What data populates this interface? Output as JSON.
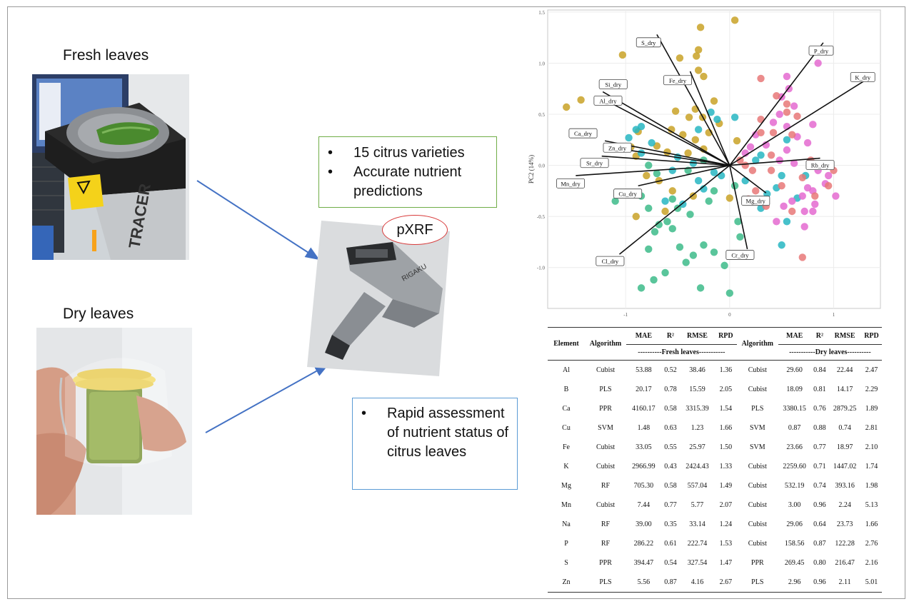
{
  "labels": {
    "fresh": "Fresh leaves",
    "dry": "Dry leaves"
  },
  "summary_box": {
    "items": [
      "15 citrus varieties",
      "Accurate nutrient predictions"
    ]
  },
  "pxrf_label": "pXRF",
  "device_brand": "TRACER",
  "assessment_box": {
    "items": [
      "Rapid assessment of nutrient status of citrus leaves"
    ]
  },
  "colors": {
    "arrow": "#4472c4",
    "oval": "#d83a3a",
    "box1_border": "#70ad47",
    "box2_border": "#5b9bd5"
  },
  "chart_data": {
    "type": "scatter",
    "ylabel": "PC2 (14%)",
    "xlabel": "",
    "xlim": [
      -1.75,
      1.45
    ],
    "ylim": [
      -1.4,
      1.52
    ],
    "yticks": [
      "1.5",
      "1.0",
      "0.5",
      "0.0",
      "-0.5",
      "-1.0"
    ],
    "xticks": [
      "-1",
      "0",
      "1"
    ],
    "loadings": [
      {
        "name": "S_dry",
        "x": -0.7,
        "y": 1.28,
        "lx": -0.78,
        "ly": 1.2
      },
      {
        "name": "P_dry",
        "x": 0.9,
        "y": 1.2,
        "lx": 0.88,
        "ly": 1.12
      },
      {
        "name": "K_dry",
        "x": 1.3,
        "y": 0.83,
        "lx": 1.28,
        "ly": 0.86
      },
      {
        "name": "Fe_dry",
        "x": -0.38,
        "y": 0.92,
        "lx": -0.5,
        "ly": 0.83
      },
      {
        "name": "Si_dry",
        "x": -1.22,
        "y": 0.72,
        "lx": -1.12,
        "ly": 0.79
      },
      {
        "name": "Al_dry",
        "x": -1.18,
        "y": 0.63,
        "lx": -1.17,
        "ly": 0.63
      },
      {
        "name": "Ca_dry",
        "x": -1.2,
        "y": 0.24,
        "lx": -1.41,
        "ly": 0.31
      },
      {
        "name": "Zn_dry",
        "x": -1.05,
        "y": 0.16,
        "lx": -1.08,
        "ly": 0.17
      },
      {
        "name": "Sr_dry",
        "x": -1.23,
        "y": 0.09,
        "lx": -1.3,
        "ly": 0.02
      },
      {
        "name": "Mn_dry",
        "x": -1.48,
        "y": -0.1,
        "lx": -1.53,
        "ly": -0.18
      },
      {
        "name": "Cu_dry",
        "x": -0.88,
        "y": -0.2,
        "lx": -0.98,
        "ly": -0.28
      },
      {
        "name": "Mg_dry",
        "x": 0.35,
        "y": -0.27,
        "lx": 0.25,
        "ly": -0.35
      },
      {
        "name": "Rb_dry",
        "x": 0.87,
        "y": 0.07,
        "lx": 0.87,
        "ly": 0.0
      },
      {
        "name": "Cr_dry",
        "x": 0.17,
        "y": -0.82,
        "lx": 0.1,
        "ly": -0.88
      },
      {
        "name": "Cl_dry",
        "x": -1.06,
        "y": -0.87,
        "lx": -1.15,
        "ly": -0.94
      }
    ],
    "series": [
      {
        "color": "#c9a227",
        "points": [
          [
            0.05,
            1.42
          ],
          [
            -0.28,
            1.35
          ],
          [
            -0.3,
            1.13
          ],
          [
            -0.48,
            1.05
          ],
          [
            -0.32,
            1.07
          ],
          [
            -0.3,
            0.93
          ],
          [
            -1.03,
            1.08
          ],
          [
            -0.25,
            0.87
          ],
          [
            -1.57,
            0.57
          ],
          [
            -1.43,
            0.64
          ],
          [
            -0.52,
            0.53
          ],
          [
            -0.33,
            0.55
          ],
          [
            -0.26,
            0.47
          ],
          [
            -0.39,
            0.47
          ],
          [
            -0.15,
            0.63
          ],
          [
            -0.88,
            0.33
          ],
          [
            -0.56,
            0.35
          ],
          [
            -0.45,
            0.3
          ],
          [
            -0.33,
            0.25
          ],
          [
            -0.2,
            0.32
          ],
          [
            -0.1,
            0.41
          ],
          [
            0.07,
            0.24
          ],
          [
            -0.7,
            0.19
          ],
          [
            -0.95,
            0.18
          ],
          [
            -0.9,
            0.09
          ],
          [
            -0.6,
            0.13
          ],
          [
            -0.4,
            0.12
          ],
          [
            -0.25,
            0.16
          ],
          [
            -0.8,
            -0.1
          ],
          [
            -0.68,
            -0.15
          ],
          [
            -0.55,
            -0.25
          ],
          [
            -0.35,
            -0.3
          ],
          [
            -0.62,
            -0.45
          ],
          [
            -0.9,
            -0.5
          ],
          [
            0.0,
            -0.32
          ]
        ]
      },
      {
        "color": "#3dbb8a",
        "points": [
          [
            -1.1,
            -0.35
          ],
          [
            -0.78,
            -0.42
          ],
          [
            -0.6,
            -0.55
          ],
          [
            -0.68,
            -0.58
          ],
          [
            -0.55,
            -0.62
          ],
          [
            -0.48,
            -0.8
          ],
          [
            -0.42,
            -0.95
          ],
          [
            -0.35,
            -0.88
          ],
          [
            -0.62,
            -1.05
          ],
          [
            -0.78,
            -0.82
          ],
          [
            -0.73,
            -1.12
          ],
          [
            -0.85,
            -1.2
          ],
          [
            -0.28,
            -1.2
          ],
          [
            -0.05,
            -0.98
          ],
          [
            0.0,
            -1.25
          ],
          [
            -0.15,
            -0.85
          ],
          [
            0.08,
            -0.55
          ],
          [
            0.1,
            -0.7
          ],
          [
            -0.25,
            -0.78
          ],
          [
            -0.5,
            -0.42
          ],
          [
            -0.72,
            -0.65
          ],
          [
            -0.85,
            -0.3
          ],
          [
            -0.38,
            -0.48
          ],
          [
            -0.2,
            -0.35
          ],
          [
            -0.55,
            -0.33
          ],
          [
            -0.7,
            -0.08
          ],
          [
            -0.4,
            -0.05
          ],
          [
            -0.15,
            -0.25
          ],
          [
            -0.25,
            0.05
          ],
          [
            0.05,
            -0.2
          ],
          [
            -0.78,
            0.0
          ]
        ]
      },
      {
        "color": "#27b6c2",
        "points": [
          [
            -0.9,
            0.35
          ],
          [
            -0.85,
            0.38
          ],
          [
            -0.97,
            0.27
          ],
          [
            -0.85,
            0.12
          ],
          [
            -0.75,
            0.22
          ],
          [
            -0.3,
            0.35
          ],
          [
            -0.18,
            0.52
          ],
          [
            -0.12,
            0.45
          ],
          [
            0.05,
            0.47
          ],
          [
            -0.5,
            0.08
          ],
          [
            -0.35,
            0.02
          ],
          [
            -0.55,
            -0.05
          ],
          [
            -0.3,
            -0.15
          ],
          [
            -0.08,
            -0.1
          ],
          [
            -0.25,
            -0.23
          ],
          [
            0.15,
            -0.15
          ],
          [
            0.3,
            0.1
          ],
          [
            0.45,
            -0.22
          ],
          [
            0.3,
            -0.42
          ],
          [
            0.5,
            -0.1
          ],
          [
            0.55,
            0.25
          ],
          [
            0.65,
            -0.32
          ],
          [
            0.5,
            -0.78
          ],
          [
            0.73,
            -0.1
          ],
          [
            -0.45,
            -0.38
          ],
          [
            -0.15,
            -0.07
          ],
          [
            0.25,
            0.05
          ],
          [
            0.36,
            -0.28
          ],
          [
            0.55,
            -0.55
          ],
          [
            -0.62,
            -0.35
          ]
        ]
      },
      {
        "color": "#e46ad0",
        "points": [
          [
            0.85,
            1.0
          ],
          [
            0.55,
            0.87
          ],
          [
            0.57,
            0.75
          ],
          [
            0.5,
            0.67
          ],
          [
            0.48,
            0.5
          ],
          [
            0.62,
            0.58
          ],
          [
            0.42,
            0.42
          ],
          [
            0.55,
            0.38
          ],
          [
            0.8,
            0.4
          ],
          [
            0.65,
            0.28
          ],
          [
            0.75,
            0.22
          ],
          [
            0.55,
            0.15
          ],
          [
            0.35,
            0.2
          ],
          [
            0.48,
            0.05
          ],
          [
            0.62,
            0.02
          ],
          [
            0.85,
            -0.05
          ],
          [
            0.92,
            -0.18
          ],
          [
            0.75,
            -0.22
          ],
          [
            0.8,
            -0.25
          ],
          [
            0.7,
            -0.3
          ],
          [
            0.6,
            -0.35
          ],
          [
            0.52,
            -0.4
          ],
          [
            0.8,
            -0.45
          ],
          [
            0.95,
            -0.1
          ],
          [
            1.02,
            -0.3
          ],
          [
            0.82,
            -0.38
          ],
          [
            0.72,
            -0.45
          ],
          [
            0.72,
            -0.6
          ],
          [
            0.45,
            -0.55
          ],
          [
            0.2,
            0.18
          ],
          [
            0.25,
            0.3
          ],
          [
            0.15,
            0.12
          ]
        ]
      },
      {
        "color": "#e87878",
        "points": [
          [
            0.45,
            0.68
          ],
          [
            0.55,
            0.52
          ],
          [
            0.3,
            0.45
          ],
          [
            0.42,
            0.32
          ],
          [
            0.6,
            0.3
          ],
          [
            0.65,
            0.48
          ],
          [
            0.3,
            0.32
          ],
          [
            0.22,
            -0.05
          ],
          [
            0.4,
            -0.05
          ],
          [
            0.7,
            -0.12
          ],
          [
            0.78,
            0.05
          ],
          [
            0.95,
            -0.2
          ],
          [
            1.0,
            -0.05
          ],
          [
            0.5,
            -0.2
          ],
          [
            0.6,
            -0.45
          ],
          [
            0.7,
            -0.9
          ],
          [
            0.35,
            -0.4
          ],
          [
            0.25,
            -0.25
          ],
          [
            0.15,
            0.0
          ],
          [
            0.1,
            0.05
          ],
          [
            0.4,
            0.1
          ],
          [
            0.18,
            -0.33
          ],
          [
            0.3,
            0.85
          ],
          [
            0.55,
            0.6
          ],
          [
            0.82,
            -0.3
          ]
        ]
      }
    ]
  },
  "table": {
    "col_headers": [
      "Element",
      "Algorithm",
      "MAE",
      "R²",
      "RMSE",
      "RPD",
      "Algorithm",
      "MAE",
      "R²",
      "RMSE",
      "RPD"
    ],
    "group_fresh": "----------Fresh leaves-----------",
    "group_dry": "-----------Dry leaves----------",
    "rows": [
      [
        "Al",
        "Cubist",
        "53.88",
        "0.52",
        "38.46",
        "1.36",
        "Cubist",
        "29.60",
        "0.84",
        "22.44",
        "2.47"
      ],
      [
        "B",
        "PLS",
        "20.17",
        "0.78",
        "15.59",
        "2.05",
        "Cubist",
        "18.09",
        "0.81",
        "14.17",
        "2.29"
      ],
      [
        "Ca",
        "PPR",
        "4160.17",
        "0.58",
        "3315.39",
        "1.54",
        "PLS",
        "3380.15",
        "0.76",
        "2879.25",
        "1.89"
      ],
      [
        "Cu",
        "SVM",
        "1.48",
        "0.63",
        "1.23",
        "1.66",
        "SVM",
        "0.87",
        "0.88",
        "0.74",
        "2.81"
      ],
      [
        "Fe",
        "Cubist",
        "33.05",
        "0.55",
        "25.97",
        "1.50",
        "SVM",
        "23.66",
        "0.77",
        "18.97",
        "2.10"
      ],
      [
        "K",
        "Cubist",
        "2966.99",
        "0.43",
        "2424.43",
        "1.33",
        "Cubist",
        "2259.60",
        "0.71",
        "1447.02",
        "1.74"
      ],
      [
        "Mg",
        "RF",
        "705.30",
        "0.58",
        "557.04",
        "1.49",
        "Cubist",
        "532.19",
        "0.74",
        "393.16",
        "1.98"
      ],
      [
        "Mn",
        "Cubist",
        "7.44",
        "0.77",
        "5.77",
        "2.07",
        "Cubist",
        "3.00",
        "0.96",
        "2.24",
        "5.13"
      ],
      [
        "Na",
        "RF",
        "39.00",
        "0.35",
        "33.14",
        "1.24",
        "Cubist",
        "29.06",
        "0.64",
        "23.73",
        "1.66"
      ],
      [
        "P",
        "RF",
        "286.22",
        "0.61",
        "222.74",
        "1.53",
        "Cubist",
        "158.56",
        "0.87",
        "122.28",
        "2.76"
      ],
      [
        "S",
        "PPR",
        "394.47",
        "0.54",
        "327.54",
        "1.47",
        "PPR",
        "269.45",
        "0.80",
        "216.47",
        "2.16"
      ],
      [
        "Zn",
        "PLS",
        "5.56",
        "0.87",
        "4.16",
        "2.67",
        "PLS",
        "2.96",
        "0.96",
        "2.11",
        "5.01"
      ]
    ]
  }
}
